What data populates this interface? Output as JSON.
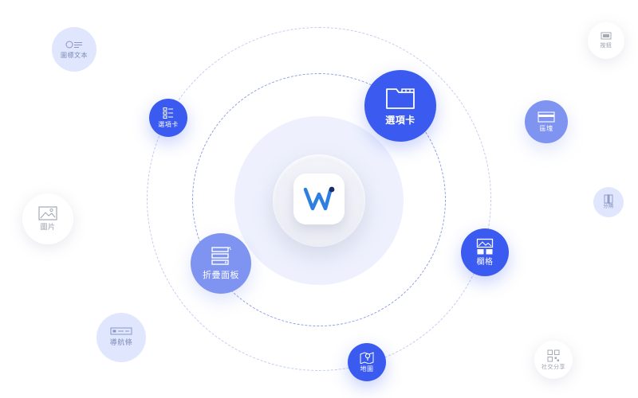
{
  "colors": {
    "accent": "#3b5bf0",
    "accent_mid": "#7e94f0",
    "accent_pale": "#dfe6fd",
    "ring": "#b6c1f3"
  },
  "center": {
    "logo_icon": "w-logo-icon"
  },
  "nodes": {
    "tab_card_main": {
      "label": "選項卡",
      "icon": "folder-icon"
    },
    "tab_card_small": {
      "label": "選項卡",
      "icon": "list-checklist-icon"
    },
    "accordion": {
      "label": "折疊面板",
      "icon": "accordion-panel-icon"
    },
    "grid": {
      "label": "欄格",
      "icon": "image-grid-icon"
    },
    "map": {
      "label": "地圖",
      "icon": "map-pin-icon"
    },
    "icon_text": {
      "label": "圖標文本",
      "icon": "icon-text-icon"
    },
    "image": {
      "label": "圖片",
      "icon": "image-icon"
    },
    "navbar": {
      "label": "導航條",
      "icon": "navbar-icon"
    },
    "block": {
      "label": "區塊",
      "icon": "block-card-icon"
    },
    "button": {
      "label": "按鈕",
      "icon": "button-icon"
    },
    "divider": {
      "label": "分隔",
      "icon": "divider-icon"
    },
    "social_share": {
      "label": "社交分享",
      "icon": "social-share-icon"
    }
  }
}
